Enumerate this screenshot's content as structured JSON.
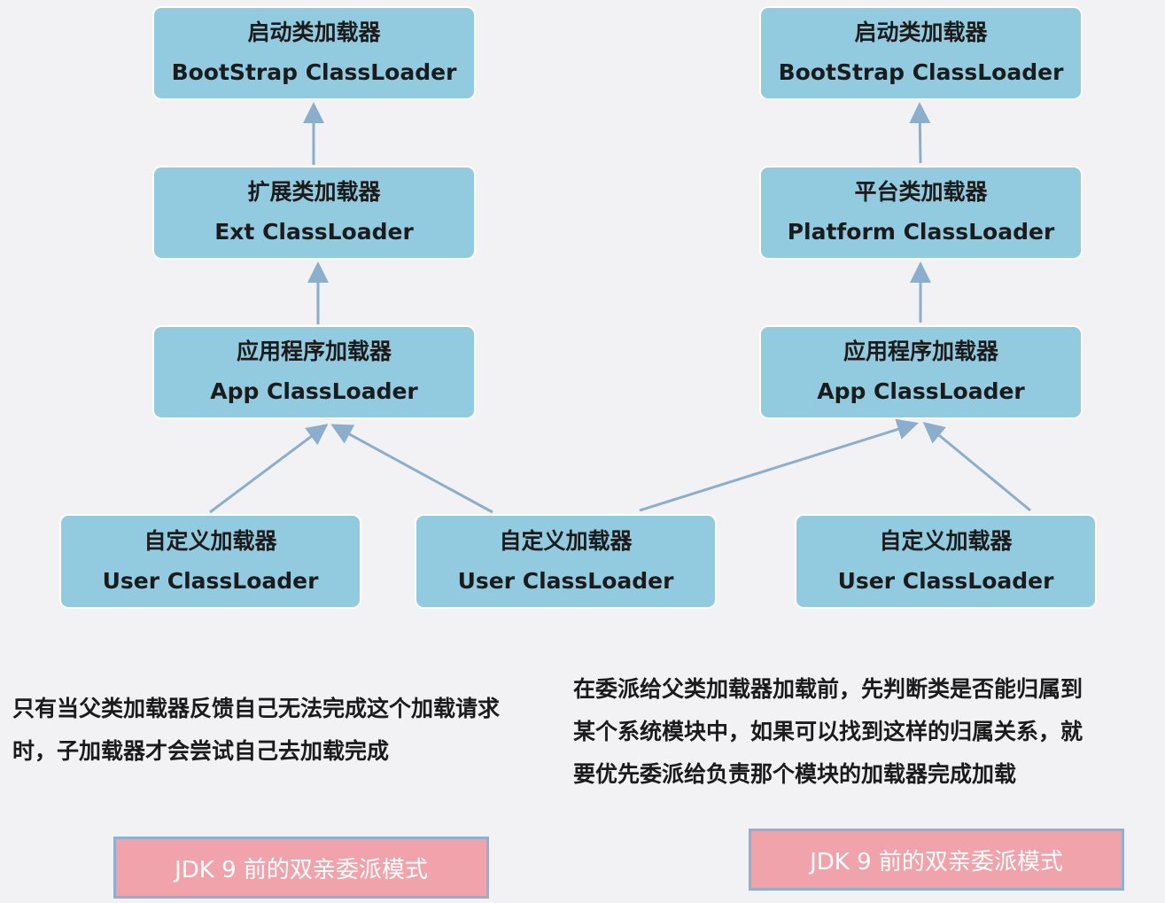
{
  "left": {
    "bootstrap": {
      "zh": "启动类加载器",
      "en": "BootStrap ClassLoader"
    },
    "ext": {
      "zh": "扩展类加载器",
      "en": "Ext ClassLoader"
    },
    "app": {
      "zh": "应用程序加载器",
      "en": "App ClassLoader"
    },
    "user1": {
      "zh": "自定义加载器",
      "en": "User ClassLoader"
    },
    "note": {
      "line1": "只有当父类加载器反馈自己无法完成这个加载请求",
      "line2": "时，子加载器才会尝试自己去加载完成"
    },
    "tag": "JDK 9 前的双亲委派模式"
  },
  "center": {
    "user2": {
      "zh": "自定义加载器",
      "en": "User ClassLoader"
    }
  },
  "right": {
    "bootstrap": {
      "zh": "启动类加载器",
      "en": "BootStrap ClassLoader"
    },
    "platform": {
      "zh": "平台类加载器",
      "en": "Platform ClassLoader"
    },
    "app": {
      "zh": "应用程序加载器",
      "en": "App ClassLoader"
    },
    "user3": {
      "zh": "自定义加载器",
      "en": "User ClassLoader"
    },
    "note": {
      "line1": "在委派给父类加载器加载前，先判断类是否能归属到",
      "line2": "某个系统模块中，如果可以找到这样的归属关系，就",
      "line3": "要优先委派给负责那个模块的加载器完成加载"
    },
    "tag": "JDK 9 前的双亲委派模式"
  },
  "colors": {
    "node_fill": "#92cbdf",
    "arrow": "#8aaecb",
    "tag_fill": "#f1a3ab",
    "tag_border": "#8fb1d1",
    "background": "#f2f2f4"
  }
}
